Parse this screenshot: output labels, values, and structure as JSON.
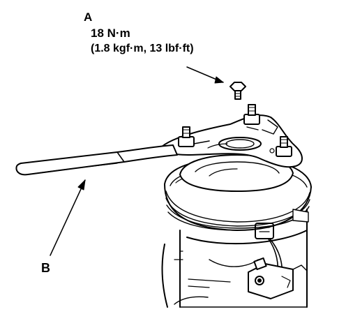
{
  "callouts": {
    "a": {
      "letter": "A",
      "torque_nm": "18 N·m",
      "torque_alt": "(1.8 kgf·m, 13 lbf·ft)"
    },
    "b": {
      "letter": "B"
    }
  },
  "colors": {
    "ink": "#000000",
    "paper": "#ffffff",
    "shade": "#d9d9d9"
  },
  "icons": [
    "bolt-icon",
    "arrow-icon"
  ]
}
